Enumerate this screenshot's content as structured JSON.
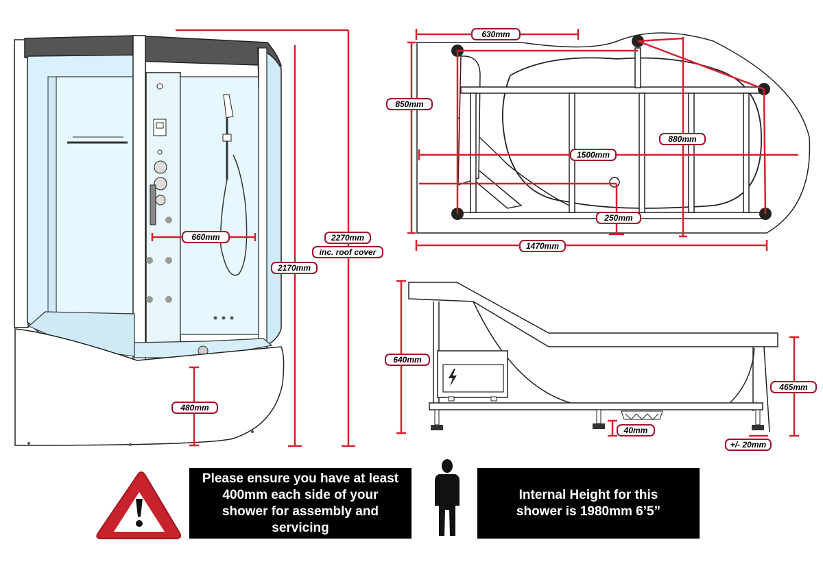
{
  "colors": {
    "dimension_line": "#d6202e",
    "label_border": "#a0102a",
    "warning_red": "#c8232c",
    "notice_bg": "#000000",
    "notice_text": "#ffffff",
    "glass_tint": "#d8f1fb"
  },
  "icons": {
    "warning": "warning-triangle-icon",
    "person": "person-silhouette-icon",
    "electric": "lightning-icon"
  },
  "front_view": {
    "labels": {
      "width": "660mm",
      "tray_height": "480mm",
      "cabin_height": "2170mm",
      "total_height": "2270mm",
      "total_height_note": "inc. roof cover"
    }
  },
  "top_view": {
    "labels": {
      "top_width": "630mm",
      "left_depth": "850mm",
      "right_depth": "880mm",
      "overall_length": "1500mm",
      "drain_offset": "250mm",
      "frame_length": "1470mm"
    }
  },
  "side_view": {
    "labels": {
      "overall_height": "640mm",
      "rim_height": "465mm",
      "foot_height": "40mm",
      "foot_adjust": "+/- 20mm"
    }
  },
  "notices": {
    "clearance": "Please ensure you have at least\n400mm each side of your\nshower for assembly and\nservicing",
    "internal_height": "Internal Height for this\nshower is 1980mm 6’5”"
  }
}
